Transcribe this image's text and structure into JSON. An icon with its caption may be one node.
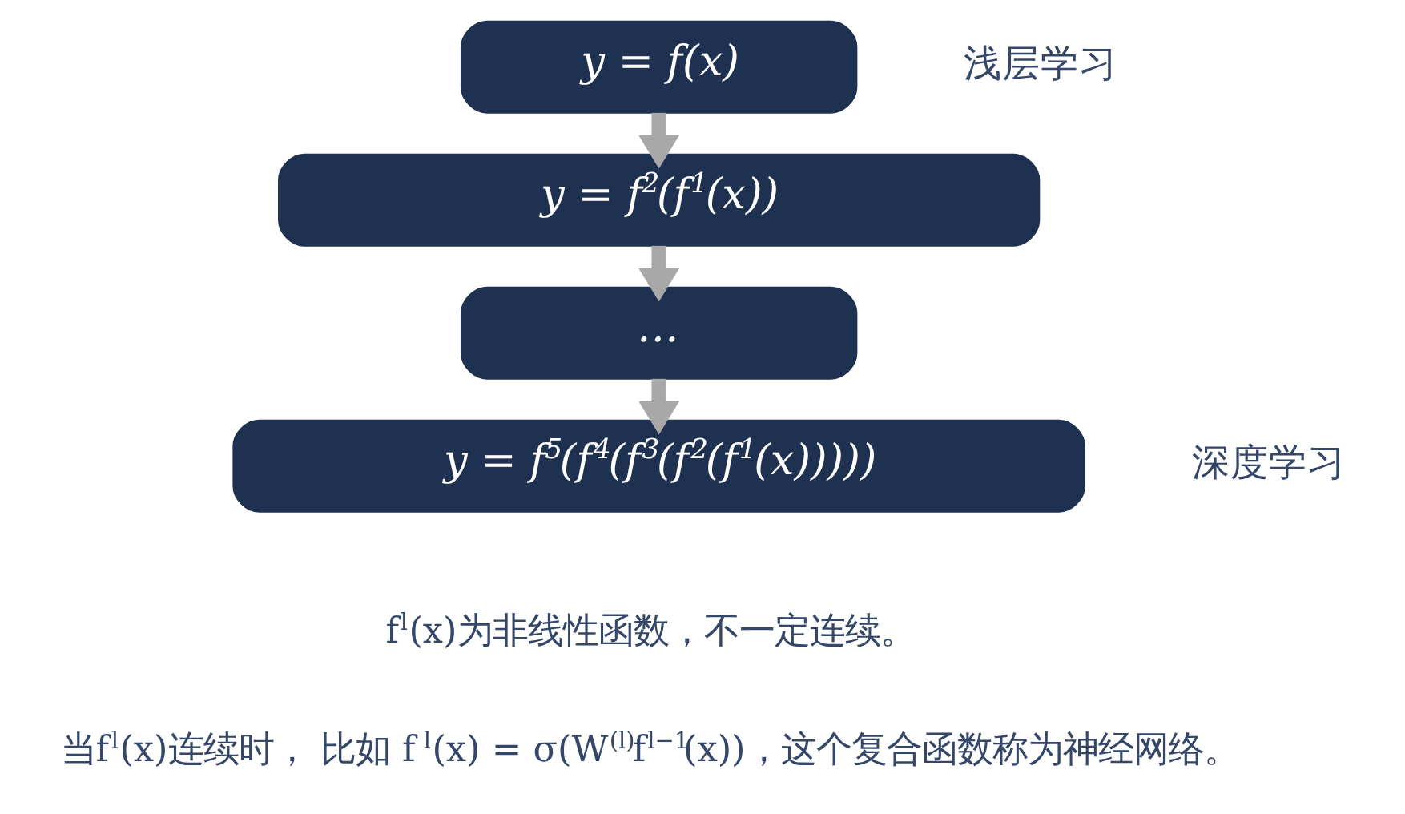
{
  "diagram": {
    "nodes": [
      {
        "text": [
          "y = f(x)"
        ],
        "beside": [
          "浅层学习"
        ]
      },
      {
        "text": [
          "y = f$^{2}$(f$^{1}$(x))"
        ]
      },
      {
        "text": [
          "…"
        ]
      },
      {
        "text": [
          "y = f$^{5}$(f$^{4}$(f$^{3}$(f$^{2}$(f$^{1}$(x)))))"
        ],
        "beside": [
          "深度学习"
        ]
      }
    ],
    "edges": [
      {
        "from": 0,
        "to": 1,
        "arrow": "to"
      },
      {
        "from": 1,
        "to": 2,
        "arrow": "to"
      },
      {
        "from": 2,
        "to": 3,
        "arrow": "to"
      }
    ],
    "labels": [
      "f$^{l}$(x)为非线性函数，不一定连续。",
      "当f$^{l}$(x)连续时， 比如 f$^{l}$(x) = σ(W$^{(l)}$f$^{l−1}$(x))，这个复合函数称为神经网络。"
    ]
  }
}
